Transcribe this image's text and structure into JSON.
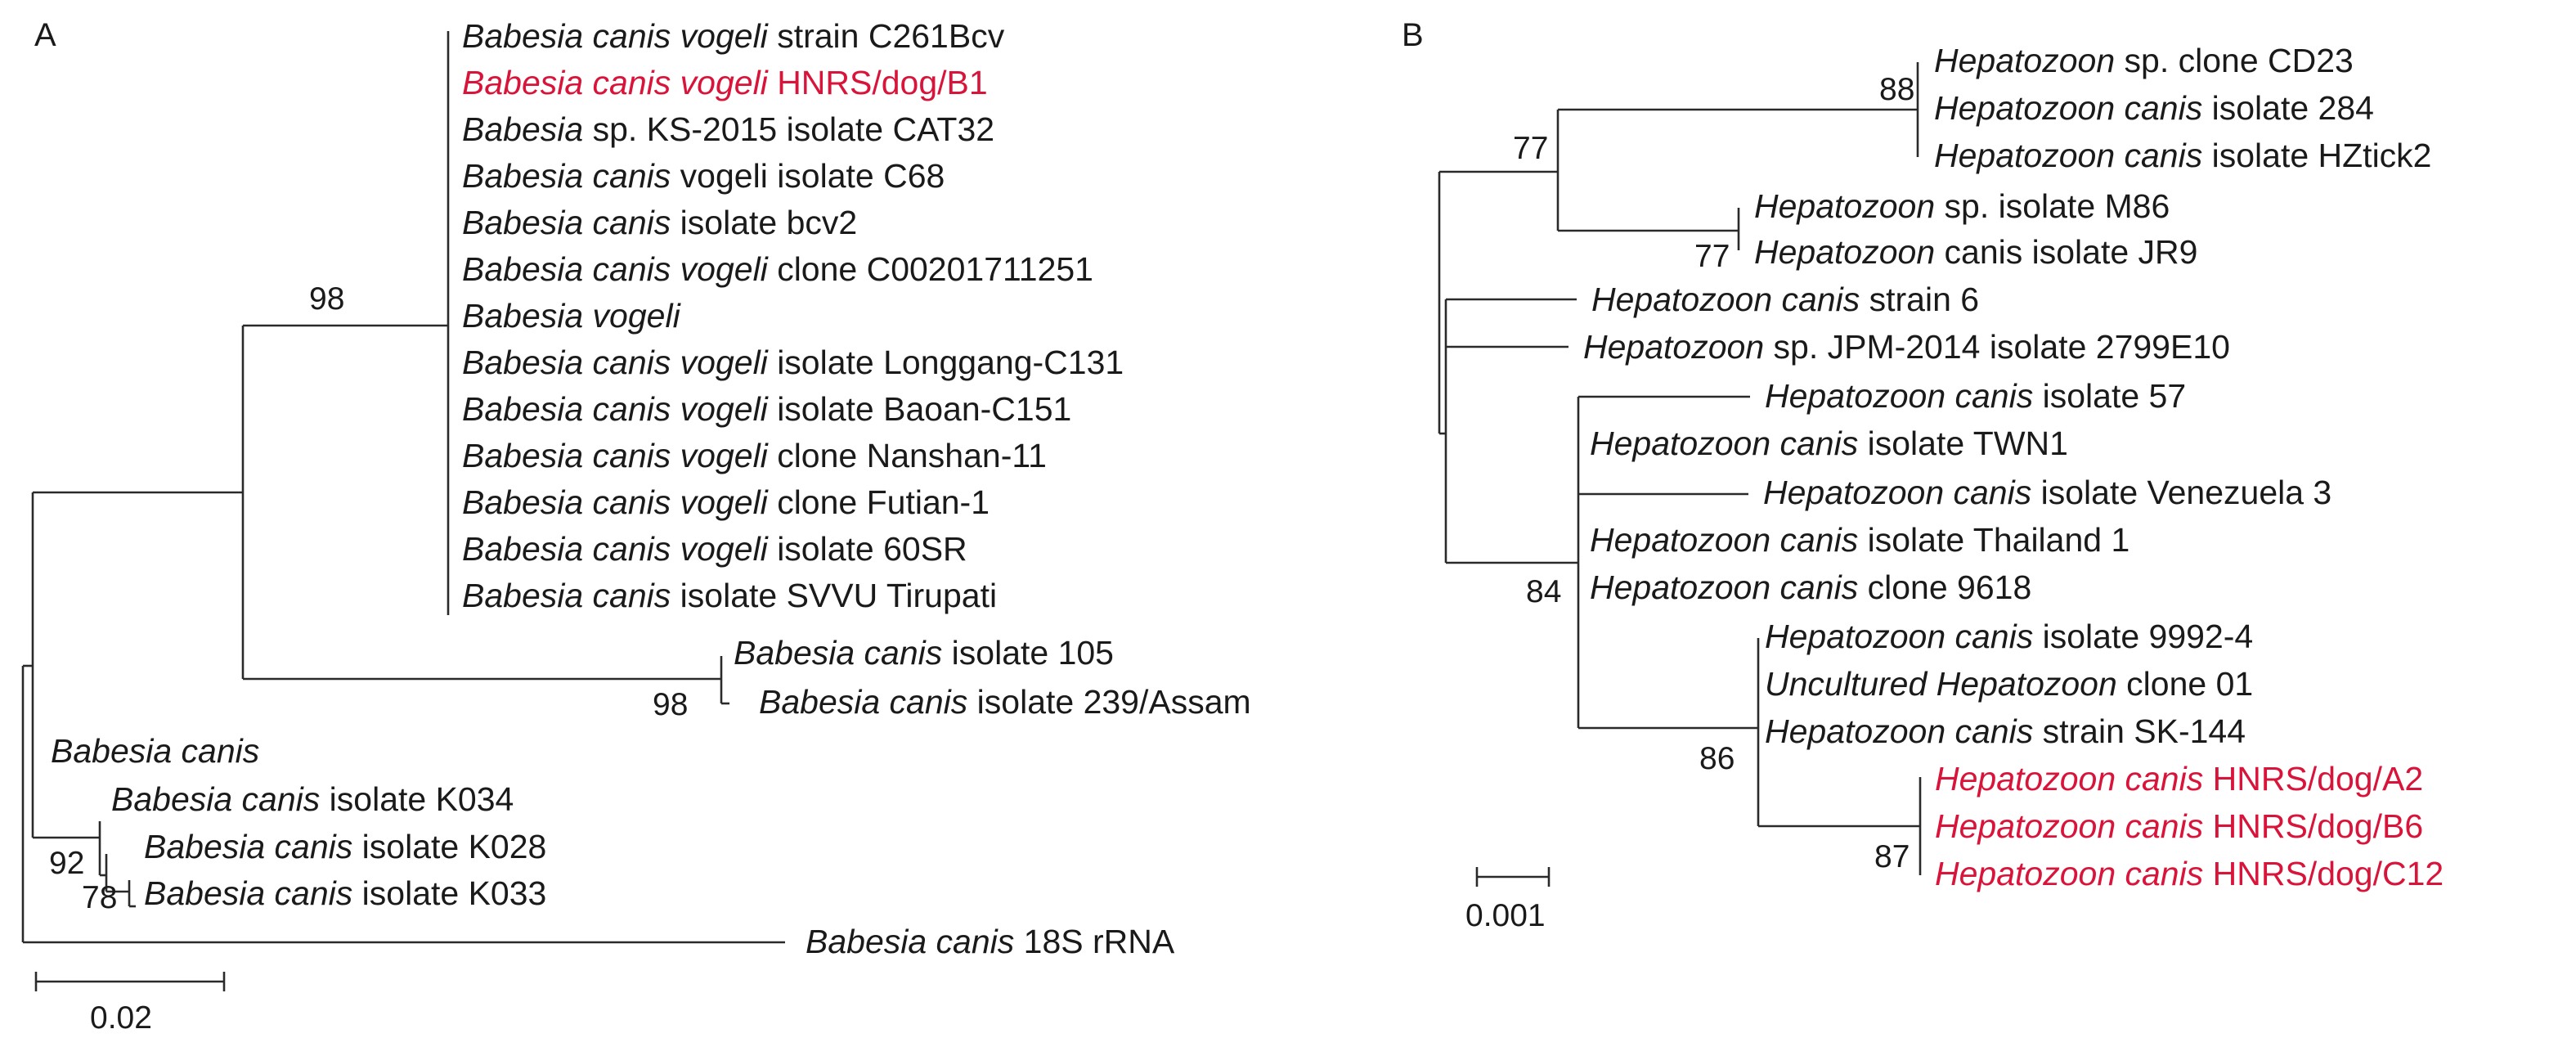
{
  "panel_a": {
    "label": "A",
    "scale_label": "0.02",
    "leaves": [
      {
        "id": "a1",
        "genus": "Babesia canis vogeli",
        "rest": " strain C261Bcv",
        "red": false
      },
      {
        "id": "a2",
        "genus": "Babesia canis vogeli",
        "rest": " HNRS/dog/B1",
        "red": true
      },
      {
        "id": "a3",
        "genus": "Babesia",
        "rest": " sp. KS-2015 isolate CAT32",
        "red": false
      },
      {
        "id": "a4",
        "genus": "Babesia canis",
        "rest": " vogeli isolate C68",
        "red": false
      },
      {
        "id": "a5",
        "genus": "Babesia canis",
        "rest": " isolate bcv2",
        "red": false
      },
      {
        "id": "a6",
        "genus": "Babesia canis vogeli",
        "rest": " clone C00201711251",
        "red": false
      },
      {
        "id": "a7",
        "genus": "Babesia vogeli",
        "rest": "",
        "red": false
      },
      {
        "id": "a8",
        "genus": "Babesia canis vogeli",
        "rest": " isolate Longgang-C131",
        "red": false
      },
      {
        "id": "a9",
        "genus": "Babesia canis vogeli",
        "rest": " isolate Baoan-C151",
        "red": false
      },
      {
        "id": "a10",
        "genus": "Babesia canis vogeli",
        "rest": " clone Nanshan-11",
        "red": false
      },
      {
        "id": "a11",
        "genus": "Babesia canis vogeli",
        "rest": " clone Futian-1",
        "red": false
      },
      {
        "id": "a12",
        "genus": "Babesia canis vogeli",
        "rest": " isolate 60SR",
        "red": false
      },
      {
        "id": "a13",
        "genus": "Babesia canis",
        "rest": " isolate SVVU Tirupati",
        "red": false
      },
      {
        "id": "a14",
        "genus": "Babesia canis",
        "rest": " isolate 105",
        "red": false
      },
      {
        "id": "a15",
        "genus": "Babesia canis",
        "rest": " isolate 239/Assam",
        "red": false
      },
      {
        "id": "a16",
        "genus": "Babesia canis",
        "rest": "",
        "red": false
      },
      {
        "id": "a17",
        "genus": "Babesia canis",
        "rest": " isolate K034",
        "red": false
      },
      {
        "id": "a18",
        "genus": "Babesia canis",
        "rest": " isolate K028",
        "red": false
      },
      {
        "id": "a19",
        "genus": "Babesia canis",
        "rest": " isolate K033",
        "red": false
      },
      {
        "id": "a20",
        "genus": "Babesia canis",
        "rest": " 18S rRNA",
        "red": false
      }
    ],
    "bootstraps": [
      "98",
      "98",
      "92",
      "78"
    ]
  },
  "panel_b": {
    "label": "B",
    "scale_label": "0.001",
    "leaves": [
      {
        "id": "b1",
        "genus": "Hepatozoon",
        "rest": " sp. clone CD23",
        "red": false
      },
      {
        "id": "b2",
        "genus": "Hepatozoon canis",
        "rest": " isolate 284",
        "red": false
      },
      {
        "id": "b3",
        "genus": "Hepatozoon canis",
        "rest": " isolate HZtick2",
        "red": false
      },
      {
        "id": "b4",
        "genus": "Hepatozoon",
        "rest": " sp. isolate M86",
        "red": false
      },
      {
        "id": "b5",
        "genus": "Hepatozoon",
        "rest": " canis isolate JR9",
        "red": false
      },
      {
        "id": "b6",
        "genus": "Hepatozoon canis",
        "rest": " strain 6",
        "red": false
      },
      {
        "id": "b7",
        "genus": "Hepatozoon",
        "rest": " sp. JPM-2014 isolate 2799E10",
        "red": false
      },
      {
        "id": "b8",
        "genus": "Hepatozoon canis",
        "rest": " isolate 57",
        "red": false
      },
      {
        "id": "b9",
        "genus": "Hepatozoon canis",
        "rest": " isolate TWN1",
        "red": false
      },
      {
        "id": "b10",
        "genus": "Hepatozoon canis",
        "rest": " isolate Venezuela 3",
        "red": false
      },
      {
        "id": "b11",
        "genus": "Hepatozoon canis",
        "rest": " isolate Thailand 1",
        "red": false
      },
      {
        "id": "b12",
        "genus": "Hepatozoon canis",
        "rest": " clone 9618",
        "red": false
      },
      {
        "id": "b13",
        "genus": "Hepatozoon canis",
        "rest": " isolate 9992-4",
        "red": false
      },
      {
        "id": "b14",
        "genus": "Uncultured Hepatozoon",
        "rest": " clone 01",
        "red": false
      },
      {
        "id": "b15",
        "genus": "Hepatozoon canis",
        "rest": " strain SK-144",
        "red": false
      },
      {
        "id": "b16",
        "genus": "Hepatozoon canis",
        "rest": " HNRS/dog/A2",
        "red": true
      },
      {
        "id": "b17",
        "genus": "Hepatozoon canis",
        "rest": " HNRS/dog/B6",
        "red": true
      },
      {
        "id": "b18",
        "genus": "Hepatozoon canis",
        "rest": " HNRS/dog/C12",
        "red": true
      }
    ],
    "bootstraps": [
      "88",
      "77",
      "77",
      "84",
      "86",
      "87"
    ]
  }
}
